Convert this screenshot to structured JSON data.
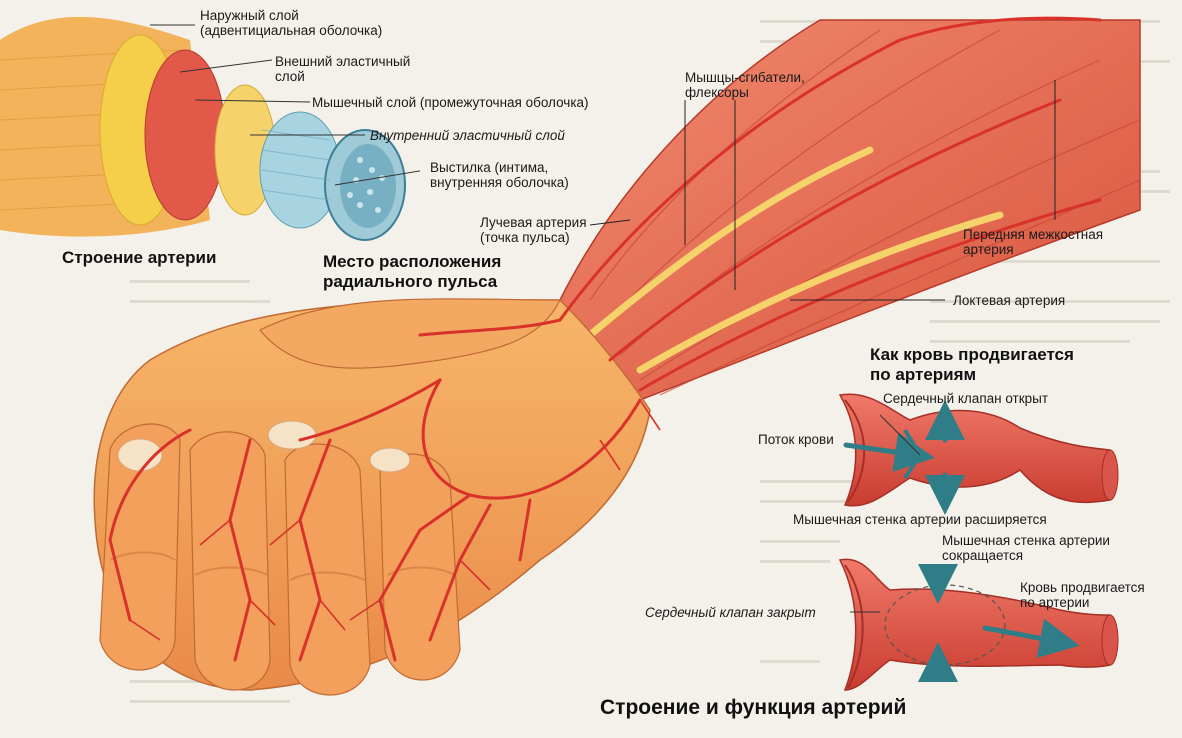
{
  "colors": {
    "background": "#f4f1ea",
    "muscle": "#e96e55",
    "muscle_dark": "#c9402f",
    "skin": "#f2a25c",
    "artery": "#d9322a",
    "tendon": "#f5d36a",
    "intima": "#8fc3d6",
    "flow_arrow": "#2f7d86"
  },
  "artery_structure": {
    "title": "Строение артерии",
    "labels": {
      "outer_line1": "Наружный слой",
      "outer_line2": "(адвентициальная оболочка)",
      "ext_elastic_line1": "Внешний эластичный",
      "ext_elastic_line2": "слой",
      "muscle_layer": "Мышечный слой (промежуточная оболочка)",
      "int_elastic": "Внутренний эластичный слой",
      "intima_line1": "Выстилка (интима,",
      "intima_line2": "внутренняя оболочка)"
    }
  },
  "arm": {
    "pulse_title_line1": "Место расположения",
    "pulse_title_line2": "радиального пульса",
    "labels": {
      "flexors_line1": "Мышцы-сгибатели,",
      "flexors_line2": "флексоры",
      "radial_line1": "Лучевая артерия",
      "radial_line2": "(точка пульса)",
      "interosseous_line1": "Передняя межкостная",
      "interosseous_line2": "артерия",
      "ulnar": "Локтевая артерия"
    }
  },
  "blood_flow": {
    "title_line1": "Как кровь продвигается",
    "title_line2": "по артериям",
    "labels": {
      "valve_open": "Сердечный клапан открыт",
      "flow": "Поток крови",
      "wall_expands": "Мышечная стенка артерии расширяется",
      "wall_contracts_line1": "Мышечная стенка артерии",
      "wall_contracts_line2": "сокращается",
      "valve_closed": "Сердечный клапан закрыт",
      "blood_moves_line1": "Кровь продвигается",
      "blood_moves_line2": "по артерии"
    }
  },
  "main_title": "Строение и функция артерий"
}
